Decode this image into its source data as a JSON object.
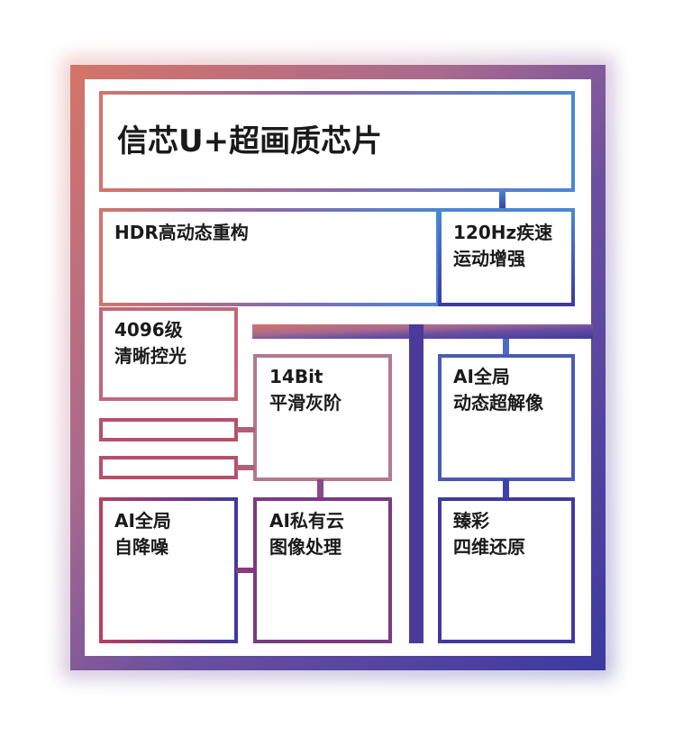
{
  "title": "信芯U+超画质芯片",
  "blocks": {
    "hdr": "HDR高动态重构",
    "motion": [
      "120Hz疾速",
      "运动增强"
    ],
    "dimming": [
      "4096级",
      "清晰控光"
    ],
    "gradation": [
      "14Bit",
      "平滑灰阶"
    ],
    "super_res": [
      "AI全局",
      "动态超解像"
    ],
    "denoise": [
      "AI全局",
      "自降噪"
    ],
    "cloud": [
      "AI私有云",
      "图像处理"
    ],
    "color": [
      "臻彩",
      "四维还原"
    ]
  },
  "colors": {
    "top_left": "#d3746a",
    "top_right": "#4a86d4",
    "bottom_left": "#b8405a",
    "bottom_right": "#3d3aa0",
    "center": "#7a4a9a"
  }
}
